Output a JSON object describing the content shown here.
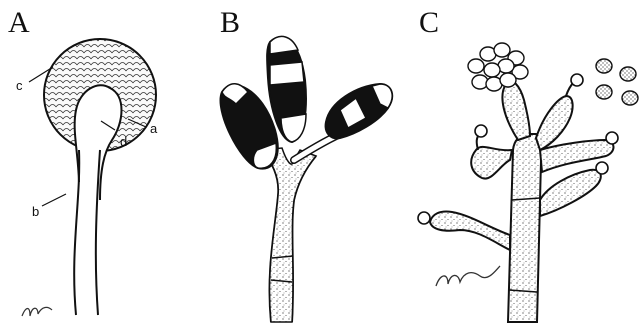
{
  "panels": [
    {
      "letter": "A",
      "labels": {
        "c": "c",
        "a": "a",
        "d": "d",
        "b": "b"
      }
    },
    {
      "letter": "B"
    },
    {
      "letter": "C"
    }
  ],
  "signature": "signature-scribble"
}
